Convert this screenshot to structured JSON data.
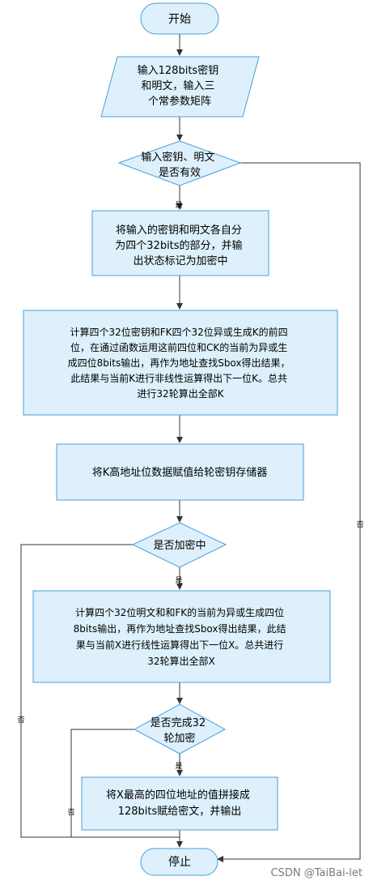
{
  "flowchart": {
    "colors": {
      "fill": "#ddf0fc",
      "stroke": "#4a9fd8",
      "line": "#333333",
      "text": "#000000"
    },
    "nodes": {
      "start": "开始",
      "input": [
        "输入128bits密钥",
        "和明文，输入三",
        "个常参数矩阵"
      ],
      "valid_check": [
        "输入密钥、明文",
        "是否有效"
      ],
      "split": [
        "将输入的密钥和明文各自分",
        "为四个32bits的部分，并输",
        "出状态标记为加密中"
      ],
      "key_expand": [
        "计算四个32位密钥和FK四个32位异或生成K的前四",
        "位，在通过函数运用这前四位和CK的当前为异或生",
        "成四位8bits输出，再作为地址查找Sbox得出结果，",
        "此结果与当前K进行非线性运算得出下一位K。总共",
        "进行32轮算出全部K"
      ],
      "store_keys": "将K高地址位数据赋值给轮密钥存储器",
      "encrypting_check": "是否加密中",
      "round": [
        "计算四个32位明文和和FK的当前为异或生成四位",
        "8bits输出，再作为地址查找Sbox得出结果，此结",
        "果与当前X进行线性运算得出下一位X。总共进行",
        "32轮算出全部X"
      ],
      "done_check": [
        "是否完成32",
        "轮加密"
      ],
      "output": [
        "将X最高的四位地址的值拼接成",
        "128bits赋给密文，并输出"
      ],
      "stop": "停止"
    },
    "edge_labels": {
      "yes_1": "是",
      "yes_2": "是",
      "yes_3": "是",
      "no_right": "否",
      "no_left": "否",
      "no_inner": "否"
    },
    "watermark": "CSDN @TaiBai-let"
  }
}
